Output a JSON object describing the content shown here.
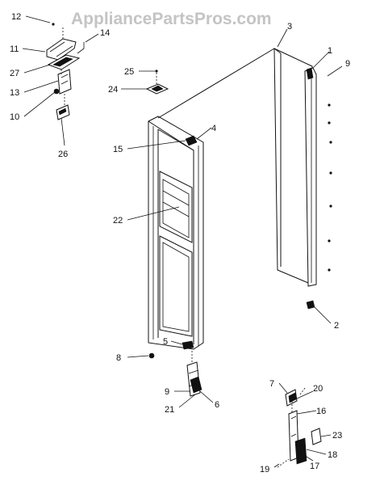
{
  "watermark": "AppliancePartsPros.com",
  "callouts": {
    "c1": "1",
    "c2": "2",
    "c3": "3",
    "c4": "4",
    "c5": "5",
    "c6": "6",
    "c7": "7",
    "c8": "8",
    "c9a": "9",
    "c9b": "9",
    "c10": "10",
    "c11": "11",
    "c12": "12",
    "c13": "13",
    "c14": "14",
    "c15": "15",
    "c16": "16",
    "c17": "17",
    "c18": "18",
    "c19": "19",
    "c20": "20",
    "c21": "21",
    "c22": "22",
    "c23": "23",
    "c24": "24",
    "c25": "25",
    "c26": "26",
    "c27": "27"
  }
}
